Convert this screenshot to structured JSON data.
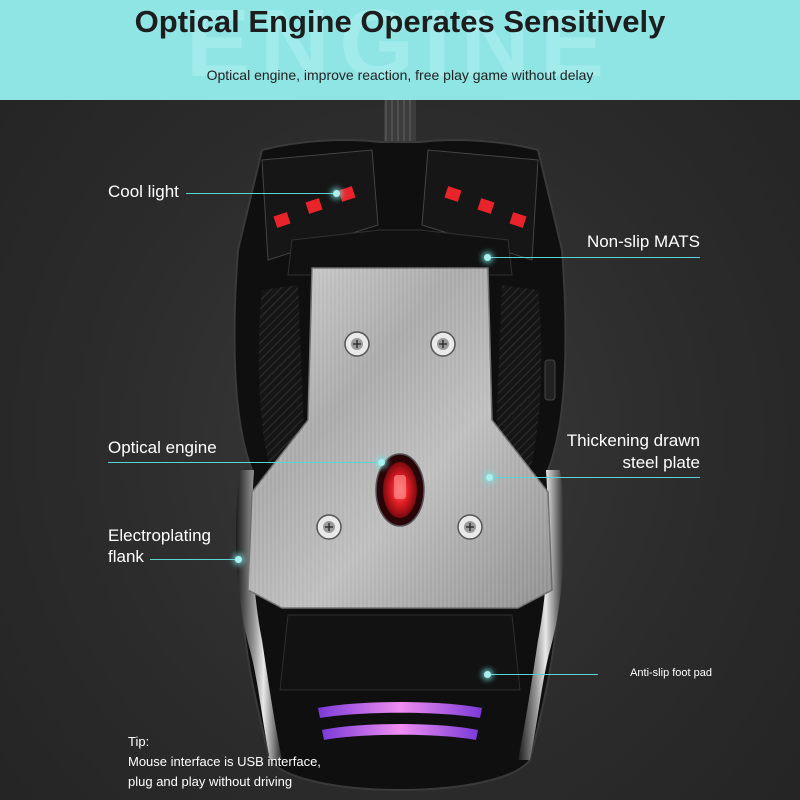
{
  "header": {
    "watermark": "ENGINE",
    "title": "Optical Engine Operates Sensitively",
    "subtitle": "Optical engine, improve reaction, free play game without delay"
  },
  "callouts": {
    "cool_light": "Cool light",
    "non_slip_mats": "Non-slip MATS",
    "optical_engine": "Optical engine",
    "steel_plate_line1": "Thickening drawn",
    "steel_plate_line2": "steel plate",
    "flank_line1": "Electroplating",
    "flank_line2": "flank",
    "foot_pad": "Anti-slip foot pad"
  },
  "tip": {
    "heading": "Tip:",
    "line1": "Mouse interface is USB interface,",
    "line2": "plug and play without driving"
  },
  "colors": {
    "header_bg": "#8fe4e4",
    "accent_line": "#5ed3d3",
    "led_red": "#e8242a",
    "rgb_strip": "#d46de0"
  },
  "icons": [
    "screw-icon",
    "optical-sensor-icon",
    "led-light-icon",
    "rgb-strip-icon"
  ]
}
